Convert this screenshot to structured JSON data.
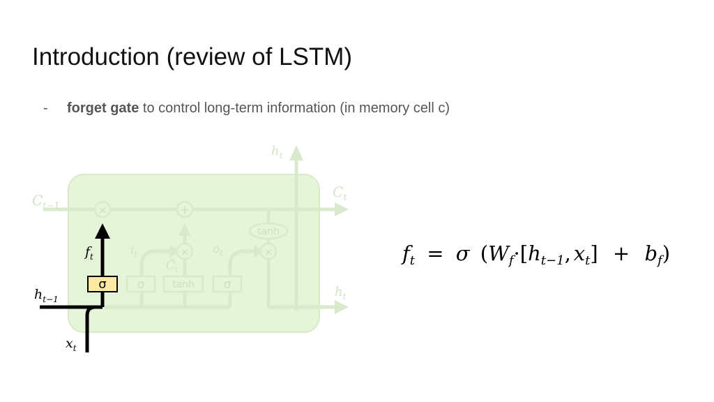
{
  "slide": {
    "title": "Introduction (review of LSTM)",
    "bullet": {
      "marker": "-",
      "bold": "forget gate",
      "rest": " to control long-term information (in memory cell c)"
    }
  },
  "diagram": {
    "labels": {
      "c_prev": "C",
      "c_prev_sub": "t−1",
      "c_next": "C",
      "c_next_sub": "t",
      "h_top": "h",
      "h_top_sub": "t",
      "h_right": "h",
      "h_right_sub": "t",
      "h_prev": "h",
      "h_prev_sub": "t−1",
      "x_in": "x",
      "x_in_sub": "t",
      "f_t": "f",
      "f_t_sub": "t",
      "i_t": "i",
      "i_t_sub": "t",
      "o_t": "o",
      "o_t_sub": "t",
      "c_tilde": "C̃",
      "c_tilde_sub": "t"
    },
    "gates": {
      "forget": "σ",
      "input": "σ",
      "candidate": "tanh",
      "output": "σ",
      "cell_tanh": "tanh"
    },
    "ops": {
      "mult1": "×",
      "add": "+",
      "mult2": "×",
      "mult3": "×"
    },
    "colors": {
      "cell_fill": "#e6f4da",
      "cell_stroke": "#d7ebc6",
      "faint_line": "#d9e9cc",
      "highlight_gate": "#fbe9a4",
      "highlight_line": "#000000"
    }
  },
  "equation": {
    "lhs": "f",
    "lhs_sub": "t",
    "eq": "=",
    "sigma": "σ",
    "lparen": "(",
    "W": "W",
    "W_sub": "f",
    "dot": "·",
    "lbrack": "[",
    "h": "h",
    "h_sub": "t−1",
    "comma": ",",
    "x": "x",
    "x_sub": "t",
    "rbrack": "]",
    "plus": "+",
    "b": "b",
    "b_sub": "f",
    "rparen": ")"
  }
}
